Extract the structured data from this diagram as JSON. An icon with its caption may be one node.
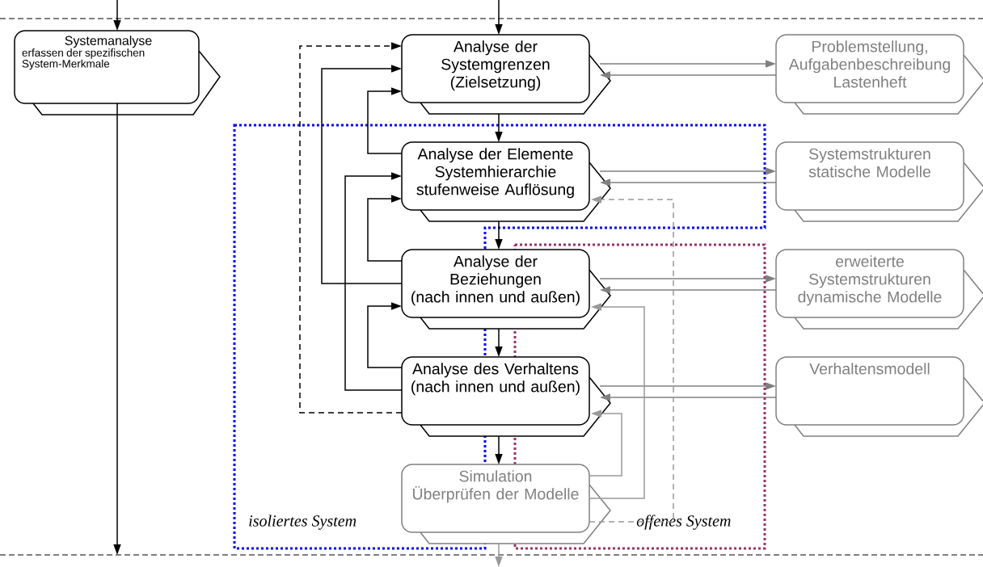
{
  "diagram": {
    "nodes": [
      {
        "text": [
          "Systemanalyse",
          "erfassen der spezifischen System-Merkmale"
        ]
      },
      {
        "text": [
          "Analyse der Systemgrenzen (Zielsetzung)"
        ]
      },
      {
        "text": [
          "Analyse der Elemente Systemhierarchie stufenweise Auflösung"
        ]
      },
      {
        "text": [
          "Analyse der Beziehungen",
          "(nach innen und außen)"
        ]
      },
      {
        "text": [
          "Analyse des Verhaltens",
          "(nach innen und außen)"
        ]
      },
      {
        "text": [
          "Simulation",
          "Überprüfen der Modelle"
        ]
      },
      {
        "text": [
          "Problemstellung, Aufgabenbeschreibung Lastenheft"
        ]
      },
      {
        "text": [
          "Systemstrukturen statische Modelle"
        ]
      },
      {
        "text": [
          "erweiterte Systemstrukturen dynamische Modelle"
        ]
      },
      {
        "text": [
          "Verhaltensmodell"
        ]
      }
    ],
    "labels": [
      "isoliertes System",
      "offenes System"
    ],
    "edges": [
      {
        "from": null,
        "to": 0,
        "arrow": "to"
      },
      {
        "from": 0,
        "to": null,
        "arrow": "to"
      },
      {
        "from": null,
        "to": 1,
        "arrow": "to"
      },
      {
        "from": 1,
        "to": 2,
        "arrow": "to"
      },
      {
        "from": 2,
        "to": 3,
        "arrow": "to"
      },
      {
        "from": 3,
        "to": 4,
        "arrow": "to"
      },
      {
        "from": 4,
        "to": 5,
        "arrow": "to"
      },
      {
        "from": 5,
        "to": null,
        "arrow": "to",
        "color": "#999999"
      },
      {
        "from": 4,
        "to": 1,
        "arrow": "to",
        "style": "dashed"
      },
      {
        "from": 3,
        "to": 1,
        "arrow": "to"
      },
      {
        "from": 2,
        "to": 1,
        "arrow": "to"
      },
      {
        "from": 4,
        "to": 2,
        "arrow": "to"
      },
      {
        "from": 3,
        "to": 2,
        "arrow": "to"
      },
      {
        "from": 4,
        "to": 3,
        "arrow": "to"
      },
      {
        "from": 1,
        "to": 6,
        "arrow": "to",
        "color": "#808080"
      },
      {
        "from": 6,
        "to": 1,
        "arrow": "to",
        "color": "#808080"
      },
      {
        "from": 2,
        "to": 7,
        "arrow": "to",
        "color": "#808080"
      },
      {
        "from": 7,
        "to": 2,
        "arrow": "to",
        "color": "#808080"
      },
      {
        "from": 3,
        "to": 8,
        "arrow": "to",
        "color": "#808080"
      },
      {
        "from": 8,
        "to": 3,
        "arrow": "to",
        "color": "#808080"
      },
      {
        "from": 4,
        "to": 9,
        "arrow": "to",
        "color": "#808080"
      },
      {
        "from": 9,
        "to": 4,
        "arrow": "to",
        "color": "#808080"
      },
      {
        "from": 5,
        "to": 4,
        "arrow": "to",
        "color": "#999999"
      },
      {
        "from": 5,
        "to": 3,
        "arrow": "to",
        "color": "#999999"
      },
      {
        "from": 5,
        "to": 2,
        "arrow": "to",
        "style": "dashed",
        "color": "#999999"
      }
    ]
  }
}
